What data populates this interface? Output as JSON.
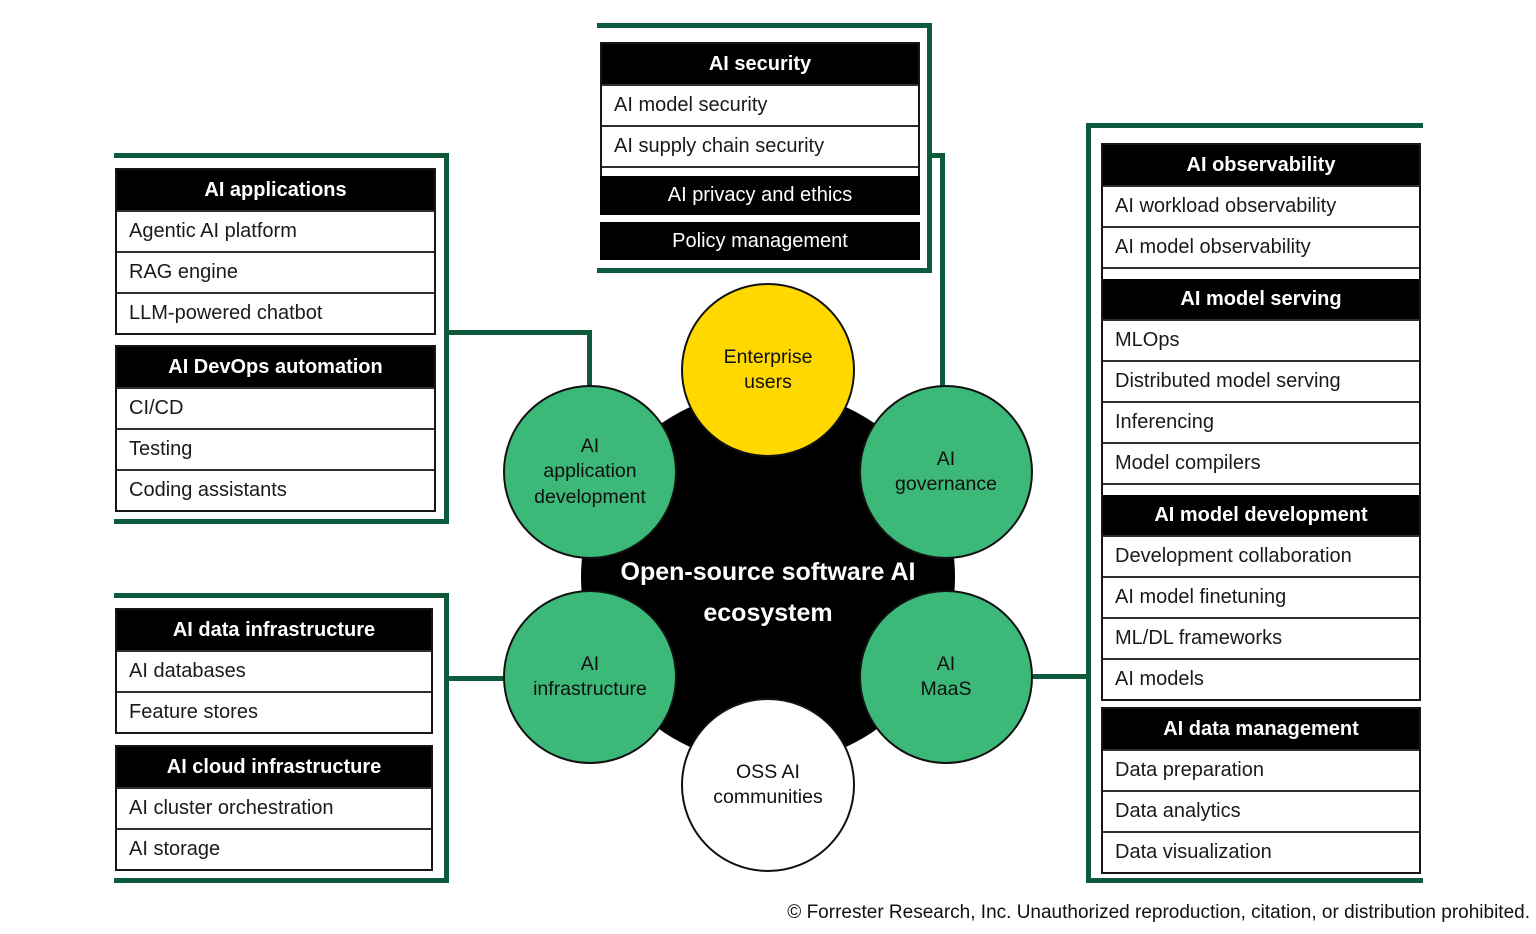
{
  "colors": {
    "circle_green": "#3cb878",
    "circle_yellow": "#ffd800",
    "frame_dark_green": "#0e5a3c",
    "header_black": "#000000"
  },
  "center": {
    "title_line1": "Open-source software",
    "title_line2": "AI ecosystem"
  },
  "circles": {
    "enterprise": {
      "line1": "Enterprise",
      "line2": "users"
    },
    "app_dev": {
      "line1": "AI",
      "line2": "application",
      "line3": "development"
    },
    "governance": {
      "line1": "AI",
      "line2": "governance"
    },
    "infrastructure": {
      "line1": "AI",
      "line2": "infrastructure"
    },
    "maas": {
      "line1": "AI",
      "line2": "MaaS"
    },
    "oss": {
      "line1": "OSS AI",
      "line2": "communities"
    }
  },
  "security_group": {
    "table": {
      "header": "AI security",
      "rows": [
        "AI model security",
        "AI supply chain security"
      ]
    },
    "bar1": "AI privacy and ethics",
    "bar2": "Policy management"
  },
  "left_top_group": {
    "applications": {
      "header": "AI applications",
      "rows": [
        "Agentic AI platform",
        "RAG engine",
        "LLM-powered chatbot"
      ]
    },
    "devops": {
      "header": "AI DevOps automation",
      "rows": [
        "CI/CD",
        "Testing",
        "Coding assistants"
      ]
    }
  },
  "left_bottom_group": {
    "data_infra": {
      "header": "AI data infrastructure",
      "rows": [
        "AI databases",
        "Feature stores"
      ]
    },
    "cloud_infra": {
      "header": "AI cloud infrastructure",
      "rows": [
        "AI cluster orchestration",
        "AI storage"
      ]
    }
  },
  "right_group": {
    "observability": {
      "header": "AI observability",
      "rows": [
        "AI workload observability",
        "AI model observability"
      ]
    },
    "serving": {
      "header": "AI model serving",
      "rows": [
        "MLOps",
        "Distributed model serving",
        "Inferencing",
        "Model compilers"
      ]
    },
    "development": {
      "header": "AI model development",
      "rows": [
        "Development collaboration",
        "AI model finetuning",
        "ML/DL frameworks",
        "AI models"
      ]
    },
    "data_mgmt": {
      "header": "AI data management",
      "rows": [
        "Data preparation",
        "Data analytics",
        "Data visualization"
      ]
    }
  },
  "footer": "© Forrester Research, Inc. Unauthorized reproduction, citation, or distribution prohibited."
}
